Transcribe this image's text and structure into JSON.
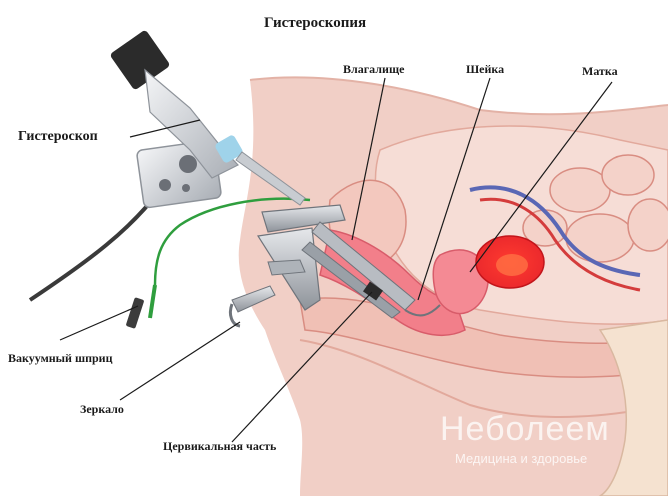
{
  "title": "Гистероскопия",
  "labels": {
    "hysteroscope": "Гистероскоп",
    "vagina": "Влагалище",
    "cervix": "Шейка",
    "uterus": "Матка",
    "vacuum_syringe": "Вакуумный шприц",
    "speculum": "Зеркало",
    "cervical_part": "Цервикальная часть"
  },
  "watermark": {
    "name": "Неболеем",
    "tagline": "Медицина и здоровье"
  },
  "colors": {
    "skin": "#f1cfc6",
    "skin_dark": "#e2a99c",
    "tissue_pink": "#f27f8a",
    "uterus_red": "#e8262c",
    "tube_green": "#2f9e3e",
    "vessel_blue": "#5a67b5",
    "instrument_gray": "#b8bcc2",
    "label_text": "#1a1a1a"
  }
}
